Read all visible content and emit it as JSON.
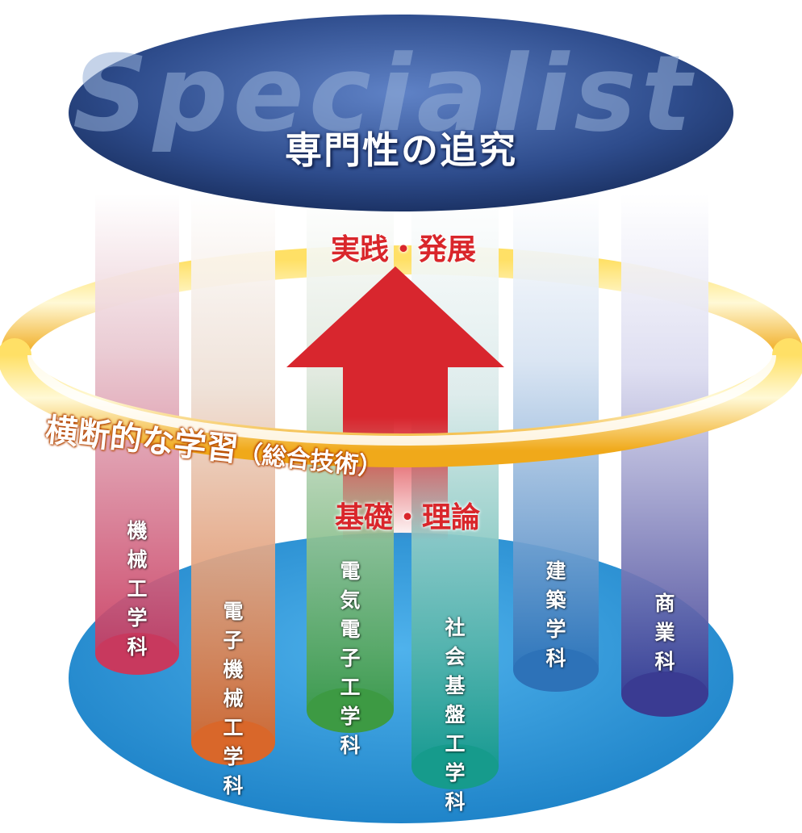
{
  "watermark": "Specialist",
  "title": "専門性の追究",
  "arrow_top_label": "実践・発展",
  "arrow_bottom_label": "基礎・理論",
  "ring_label": "横断的な学習",
  "ring_label_sub": "（総合技術）",
  "departments": [
    {
      "name": "機械工学科",
      "color": "#c8395e"
    },
    {
      "name": "電子機械工学科",
      "color": "#d9672a"
    },
    {
      "name": "電気電子工学科",
      "color": "#3d9a43"
    },
    {
      "name": "社会基盤工学科",
      "color": "#169b8c"
    },
    {
      "name": "建築学科",
      "color": "#2d72b8"
    },
    {
      "name": "商業科",
      "color": "#3a3b92"
    }
  ],
  "colors": {
    "top_disc": "#2e4c8c",
    "bottom_disc": "#2f95d6",
    "ring": "#f3c21c",
    "arrow": "#d8262e"
  }
}
